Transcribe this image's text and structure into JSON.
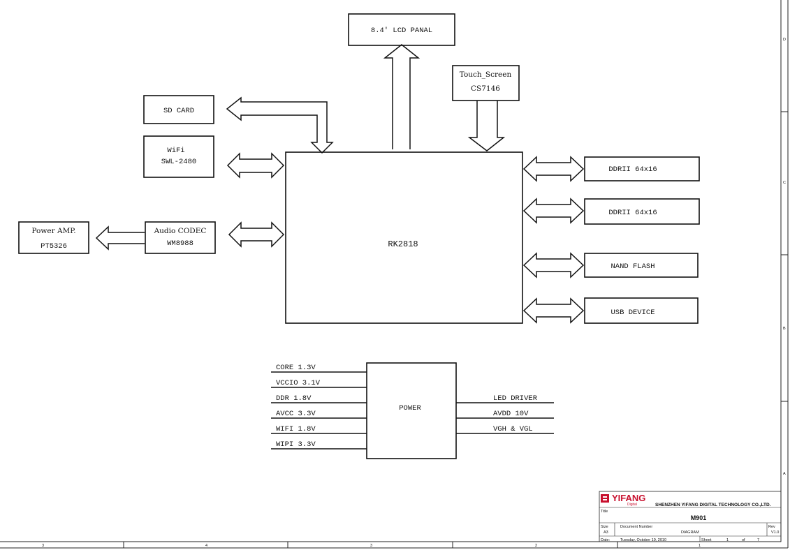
{
  "blocks": {
    "lcd": "8.4' LCD PANAL",
    "touch_line1": "Touch_Screen",
    "touch_line2": "CS7146",
    "sd": "SD CARD",
    "wifi_line1": "WiFi",
    "wifi_line2": "SWL-2480",
    "codec_line1": "Audio CODEC",
    "codec_line2": "WM8988",
    "amp_line1": "Power AMP.",
    "amp_line2": "PT5326",
    "cpu": "RK2818",
    "ddr1": "DDRII 64x16",
    "ddr2": "DDRII 64x16",
    "nand": "NAND FLASH",
    "usb": "USB DEVICE",
    "power": "POWER"
  },
  "power_inputs": [
    "CORE 1.3V",
    "VCCIO 3.1V",
    "DDR 1.8V",
    "AVCC 3.3V",
    "WIFI 1.8V",
    "WIPI 3.3V"
  ],
  "power_outputs": [
    "LED DRIVER",
    "AVDD 10V",
    "VGH & VGL"
  ],
  "title_block": {
    "logo": "YIFANG",
    "logo_sub": "Digital",
    "company": "SHENZHEN YIFANG DIGITAL TECHNOLOGY CO.,LTD.",
    "title_label": "Title",
    "title": "M901",
    "size_label": "Size",
    "size": "A3",
    "doc_label": "Document Number",
    "doc": "DIAGRAM",
    "rev_label": "Rev",
    "rev": "V1.0",
    "date_label": "Date:",
    "date": "Tuesday, October 19, 2010",
    "sheet_label": "Sheet",
    "sheet": "1",
    "of_label": "of",
    "sheets": "7"
  },
  "border": {
    "bottom_zones": [
      "3",
      "4",
      "3",
      "2",
      "1"
    ],
    "right_zones": [
      "D",
      "C",
      "B",
      "A"
    ]
  },
  "colors": {
    "line": "#111111",
    "logo": "#c8102e"
  }
}
